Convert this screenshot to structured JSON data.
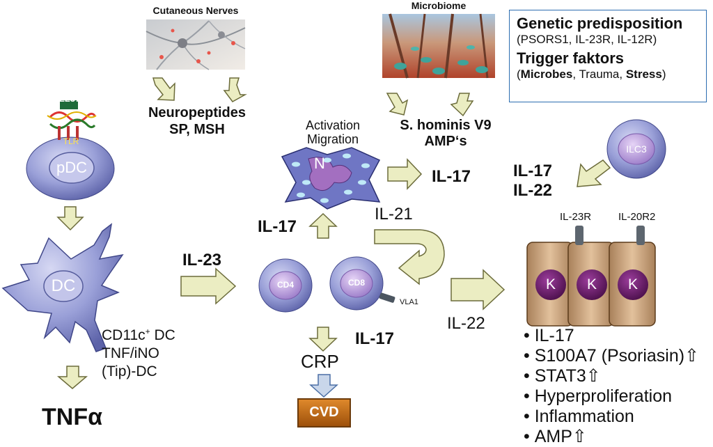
{
  "sources": {
    "cutaneous_nerves": "Cutaneous Nerves",
    "microbiome": "Microbiome"
  },
  "info_box": {
    "line1": "Genetic predisposition",
    "line2_open": "(",
    "line2_body": "PSORS1, IL-23R, IL-12R)",
    "line3": "Trigger faktors",
    "line4_open": "(",
    "line4_microbes": "Microbes",
    "line4_mid": ", Trauma, ",
    "line4_stress": "Stress",
    "line4_close": ")"
  },
  "labels": {
    "neuropeptides": "Neuropeptides",
    "sp_msh": "SP, MSH",
    "s_hominis": "S. hominis V9",
    "amps": "AMP‘s",
    "activation": "Activation",
    "migration": "Migration",
    "il17_neutrophil": "IL-17",
    "il17_ilc3": "IL-17",
    "il22_ilc3": "IL-22",
    "il21": "IL-21",
    "il17_cd4_up": "IL-17",
    "il23": "IL-23",
    "il17_cd8": "IL-17",
    "il22": "IL-22",
    "crp": "CRP",
    "cvd": "CVD",
    "tnf": "TNFα",
    "dc_line1_main": "CD11c",
    "dc_line1_sup": "+",
    "dc_line1_rest": " DC",
    "dc_line2": "TNF/iNO",
    "dc_line3": "(Tip)-DC",
    "il23r": "IL-23R",
    "il20r2": "IL-20R2",
    "vla1": "VLA1"
  },
  "cells": {
    "pdc": "pDC",
    "tlr": "TLR",
    "ll37": "LL37",
    "dc": "DC",
    "neutrophil": "N",
    "cd4": "CD4",
    "cd8": "CD8",
    "ilc3": "ILC3",
    "keratinocytes": [
      "K",
      "K",
      "K"
    ]
  },
  "effects": [
    "IL-17",
    "S100A7 (Psoriasin)⇧",
    "STAT3⇧",
    "Hyperproliferation",
    "Inflammation",
    "AMP⇧"
  ],
  "colors": {
    "arrow_fill": "#ebedc2",
    "arrow_stroke": "#6b6b3a",
    "cell_blue": "#8f95d3",
    "cell_nucleus": "#b9a0dc",
    "keratinocyte": "#c8a27c",
    "k_nucleus": "#6a1c6a",
    "cvd_orange": "#c46a12",
    "info_border": "#2b6cb0"
  }
}
